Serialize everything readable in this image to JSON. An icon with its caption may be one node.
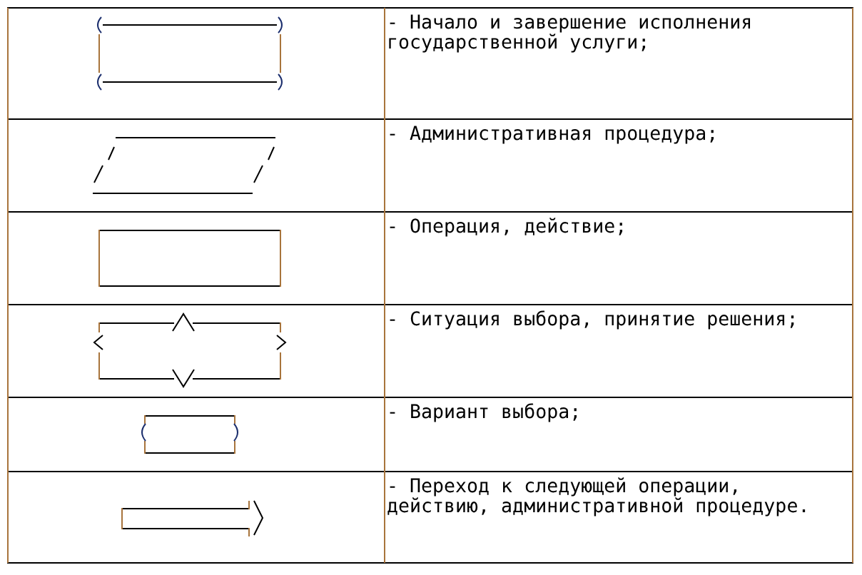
{
  "diagram": {
    "legend": [
      {
        "text": "- Начало и завершение исполнения государственной услуги;"
      },
      {
        "text": "- Административная процедура;"
      },
      {
        "text": "- Операция, действие;"
      },
      {
        "text": "- Ситуация выбора, принятие решения;"
      },
      {
        "text": "- Вариант выбора;"
      },
      {
        "text": "- Переход к следующей операции, действию, административной процедуре."
      }
    ]
  }
}
